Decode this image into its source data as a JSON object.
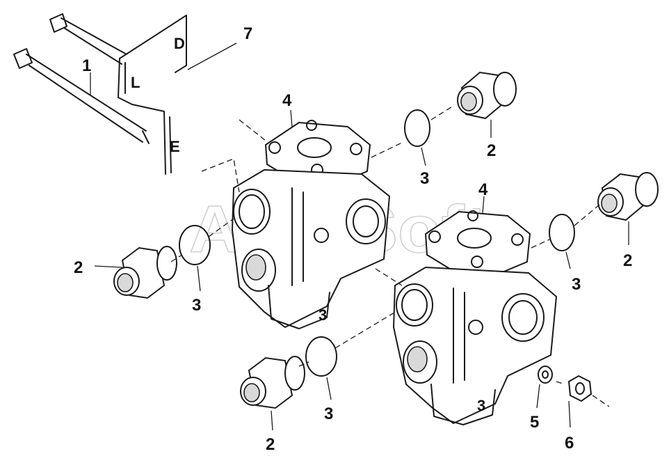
{
  "watermark": "AutoSoft",
  "callouts": {
    "bolt": "1",
    "union_right_upper": "2",
    "union_right_lower": "2",
    "union_left_upper": "2",
    "union_left_lower": "2",
    "ring_right_upper": "3",
    "ring_right_lower": "3",
    "ring_left_upper": "3",
    "ring_left_lower": "3",
    "valve_upper": "4",
    "valve_lower": "4",
    "washer": "5",
    "nut": "6",
    "bracket": "7"
  },
  "cast_marks": {
    "valve_upper_mark": "3",
    "valve_lower_mark": "3"
  }
}
